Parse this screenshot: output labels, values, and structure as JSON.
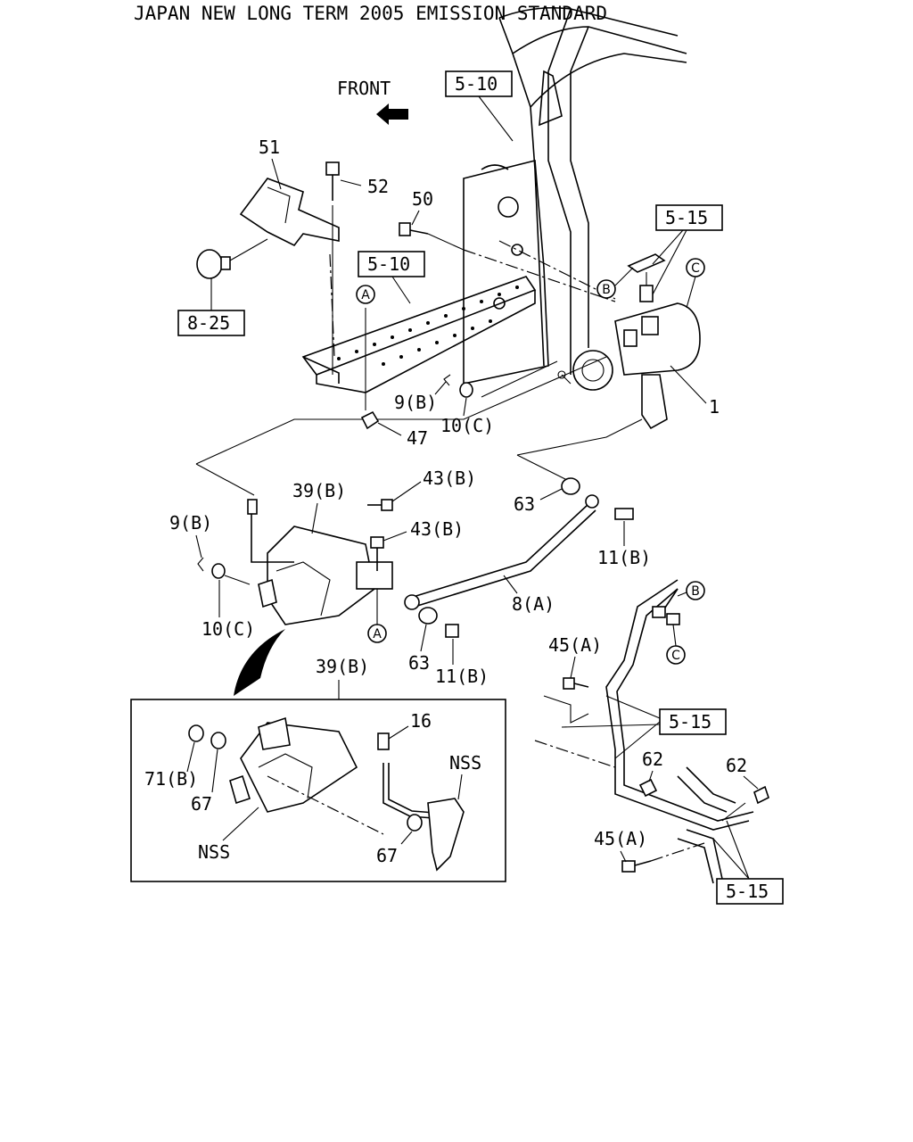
{
  "header": {
    "title": "JAPAN NEW LONG TERM 2005 EMISSION STANDARD"
  },
  "direction": {
    "front": "FRONT"
  },
  "refs": {
    "r510a": "5-10",
    "r510b": "5-10",
    "r515a": "5-15",
    "r515b": "5-15",
    "r515c": "5-15",
    "r825": "8-25"
  },
  "callouts": {
    "A1": "A",
    "A2": "A",
    "B1": "B",
    "B2": "B",
    "C1": "C",
    "C2": "C"
  },
  "labels": {
    "p51": "51",
    "p52": "52",
    "p50": "50",
    "p1": "1",
    "p9b_top": "9(B)",
    "p10c_top": "10(C)",
    "p47": "47",
    "p63_top": "63",
    "p11b_top": "11(B)",
    "p39b_top": "39(B)",
    "p43b_a": "43(B)",
    "p43b_b": "43(B)",
    "p9b_left": "9(B)",
    "p10c_left": "10(C)",
    "p8a": "8(A)",
    "p63_bot": "63",
    "p11b_bot": "11(B)",
    "p45a_top": "45(A)",
    "p62_a": "62",
    "p62_b": "62",
    "p45a_bot": "45(A)",
    "inset_39b": "39(B)",
    "p16": "16",
    "p71b": "71(B)",
    "p67_a": "67",
    "p67_b": "67",
    "nss_a": "NSS",
    "nss_b": "NSS"
  }
}
